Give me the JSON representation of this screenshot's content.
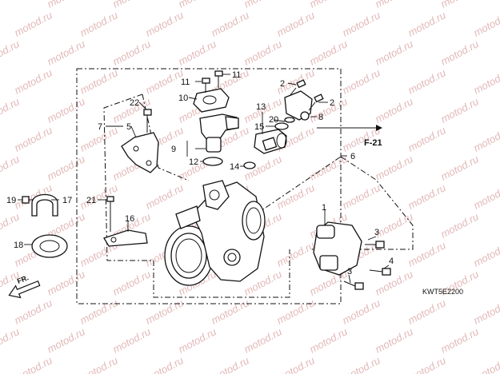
{
  "watermark": "motod.ru",
  "callouts": {
    "c1": "1",
    "c2a": "2",
    "c2b": "2",
    "c3a": "3",
    "c3b": "3",
    "c4": "4",
    "c5": "5",
    "c6": "6",
    "c7": "7",
    "c8": "8",
    "c9": "9",
    "c10": "10",
    "c11a": "11",
    "c11b": "11",
    "c12": "12",
    "c13": "13",
    "c14": "14",
    "c15": "15",
    "c16": "16",
    "c17": "17",
    "c18": "18",
    "c19": "19",
    "c20": "20",
    "c21": "21",
    "c22": "22"
  },
  "reference": "F-21",
  "diagram_code": "KWT5E2200",
  "direction_label": "FR."
}
